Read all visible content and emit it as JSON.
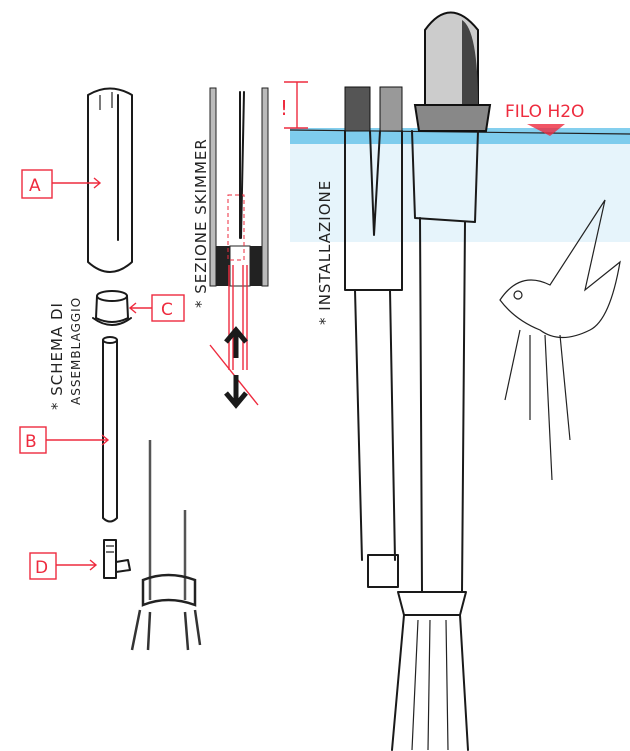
{
  "labels": {
    "a": "A",
    "b": "B",
    "c": "C",
    "d": "D"
  },
  "notes": {
    "assembly_line1": "* SCHEMA DI",
    "assembly_line2": "ASSEMBLAGGIO",
    "section": "* SEZIONE SKIMMER",
    "installation": "* INSTALLAZIONE"
  },
  "water_level": {
    "label": "FILO H2O",
    "warning": "!"
  },
  "colors": {
    "annotation": "#ee2b3e",
    "water": "#5bbfe8",
    "ink": "#1a1a1a"
  }
}
